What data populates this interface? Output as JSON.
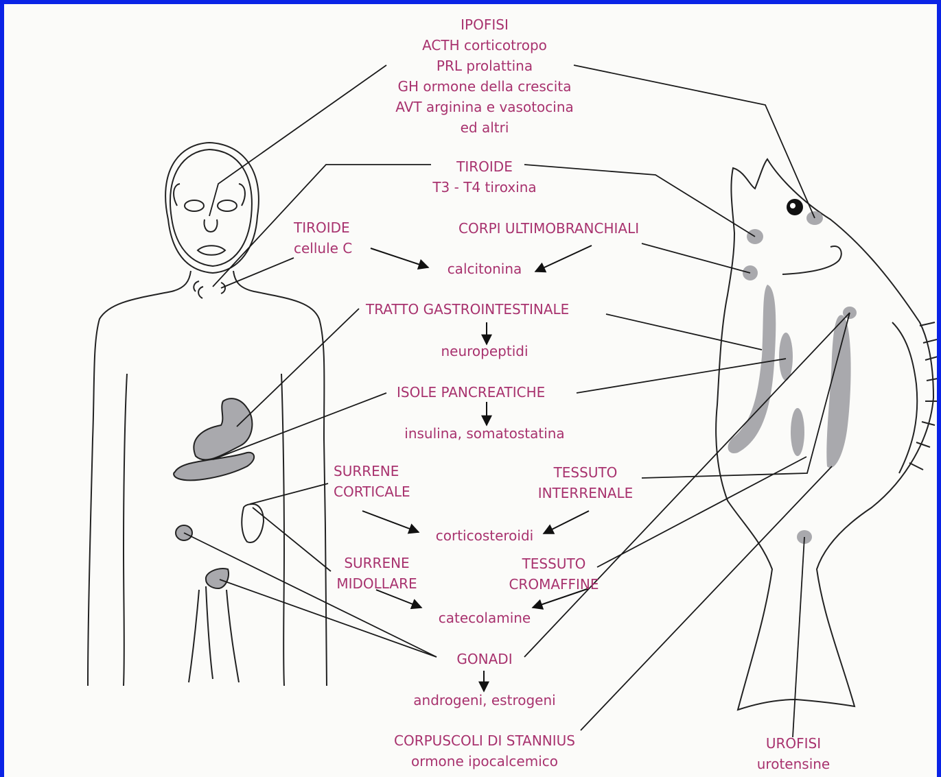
{
  "colors": {
    "frame": "#0a23e6",
    "background": "#fbfbf9",
    "text": "#a8326e",
    "lines": "#1a1a1a",
    "organ_fill": "#a9a9ad"
  },
  "labels": {
    "ipofisi": {
      "title": "IPOFISI",
      "lines": [
        "ACTH corticotropo",
        "PRL prolattina",
        "GH ormone della crescita",
        "AVT arginina e vasotocina",
        "ed altri"
      ]
    },
    "tiroide": {
      "title": "TIROIDE",
      "sub": "T3 - T4 tiroxina"
    },
    "tiroide_c": {
      "title": "TIROIDE",
      "sub": "cellule C"
    },
    "corpi_ultimobranchiali": "CORPI ULTIMOBRANCHIALI",
    "calcitonina": "calcitonina",
    "tratto_gastro": "TRATTO GASTROINTESTINALE",
    "neuropeptidi": "neuropeptidi",
    "isole_pancreatiche": "ISOLE PANCREATICHE",
    "insulina": "insulina, somatostatina",
    "surrene_corticale": {
      "line1": "SURRENE",
      "line2": "CORTICALE"
    },
    "tessuto_interrenale": {
      "line1": "TESSUTO",
      "line2": "INTERRENALE"
    },
    "corticosteroidi": "corticosteroidi",
    "surrene_midollare": {
      "line1": "SURRENE",
      "line2": "MIDOLLARE"
    },
    "tessuto_cromaffine": {
      "line1": "TESSUTO",
      "line2": "CROMAFFINE"
    },
    "catecolamine": "catecolamine",
    "gonadi": "GONADI",
    "androgeni": "androgeni, estrogeni",
    "stannius": {
      "title": "CORPUSCOLI DI STANNIUS",
      "sub": "ormone ipocalcemico"
    },
    "urofisi": {
      "title": "UROFISI",
      "sub": "urotensine"
    }
  }
}
